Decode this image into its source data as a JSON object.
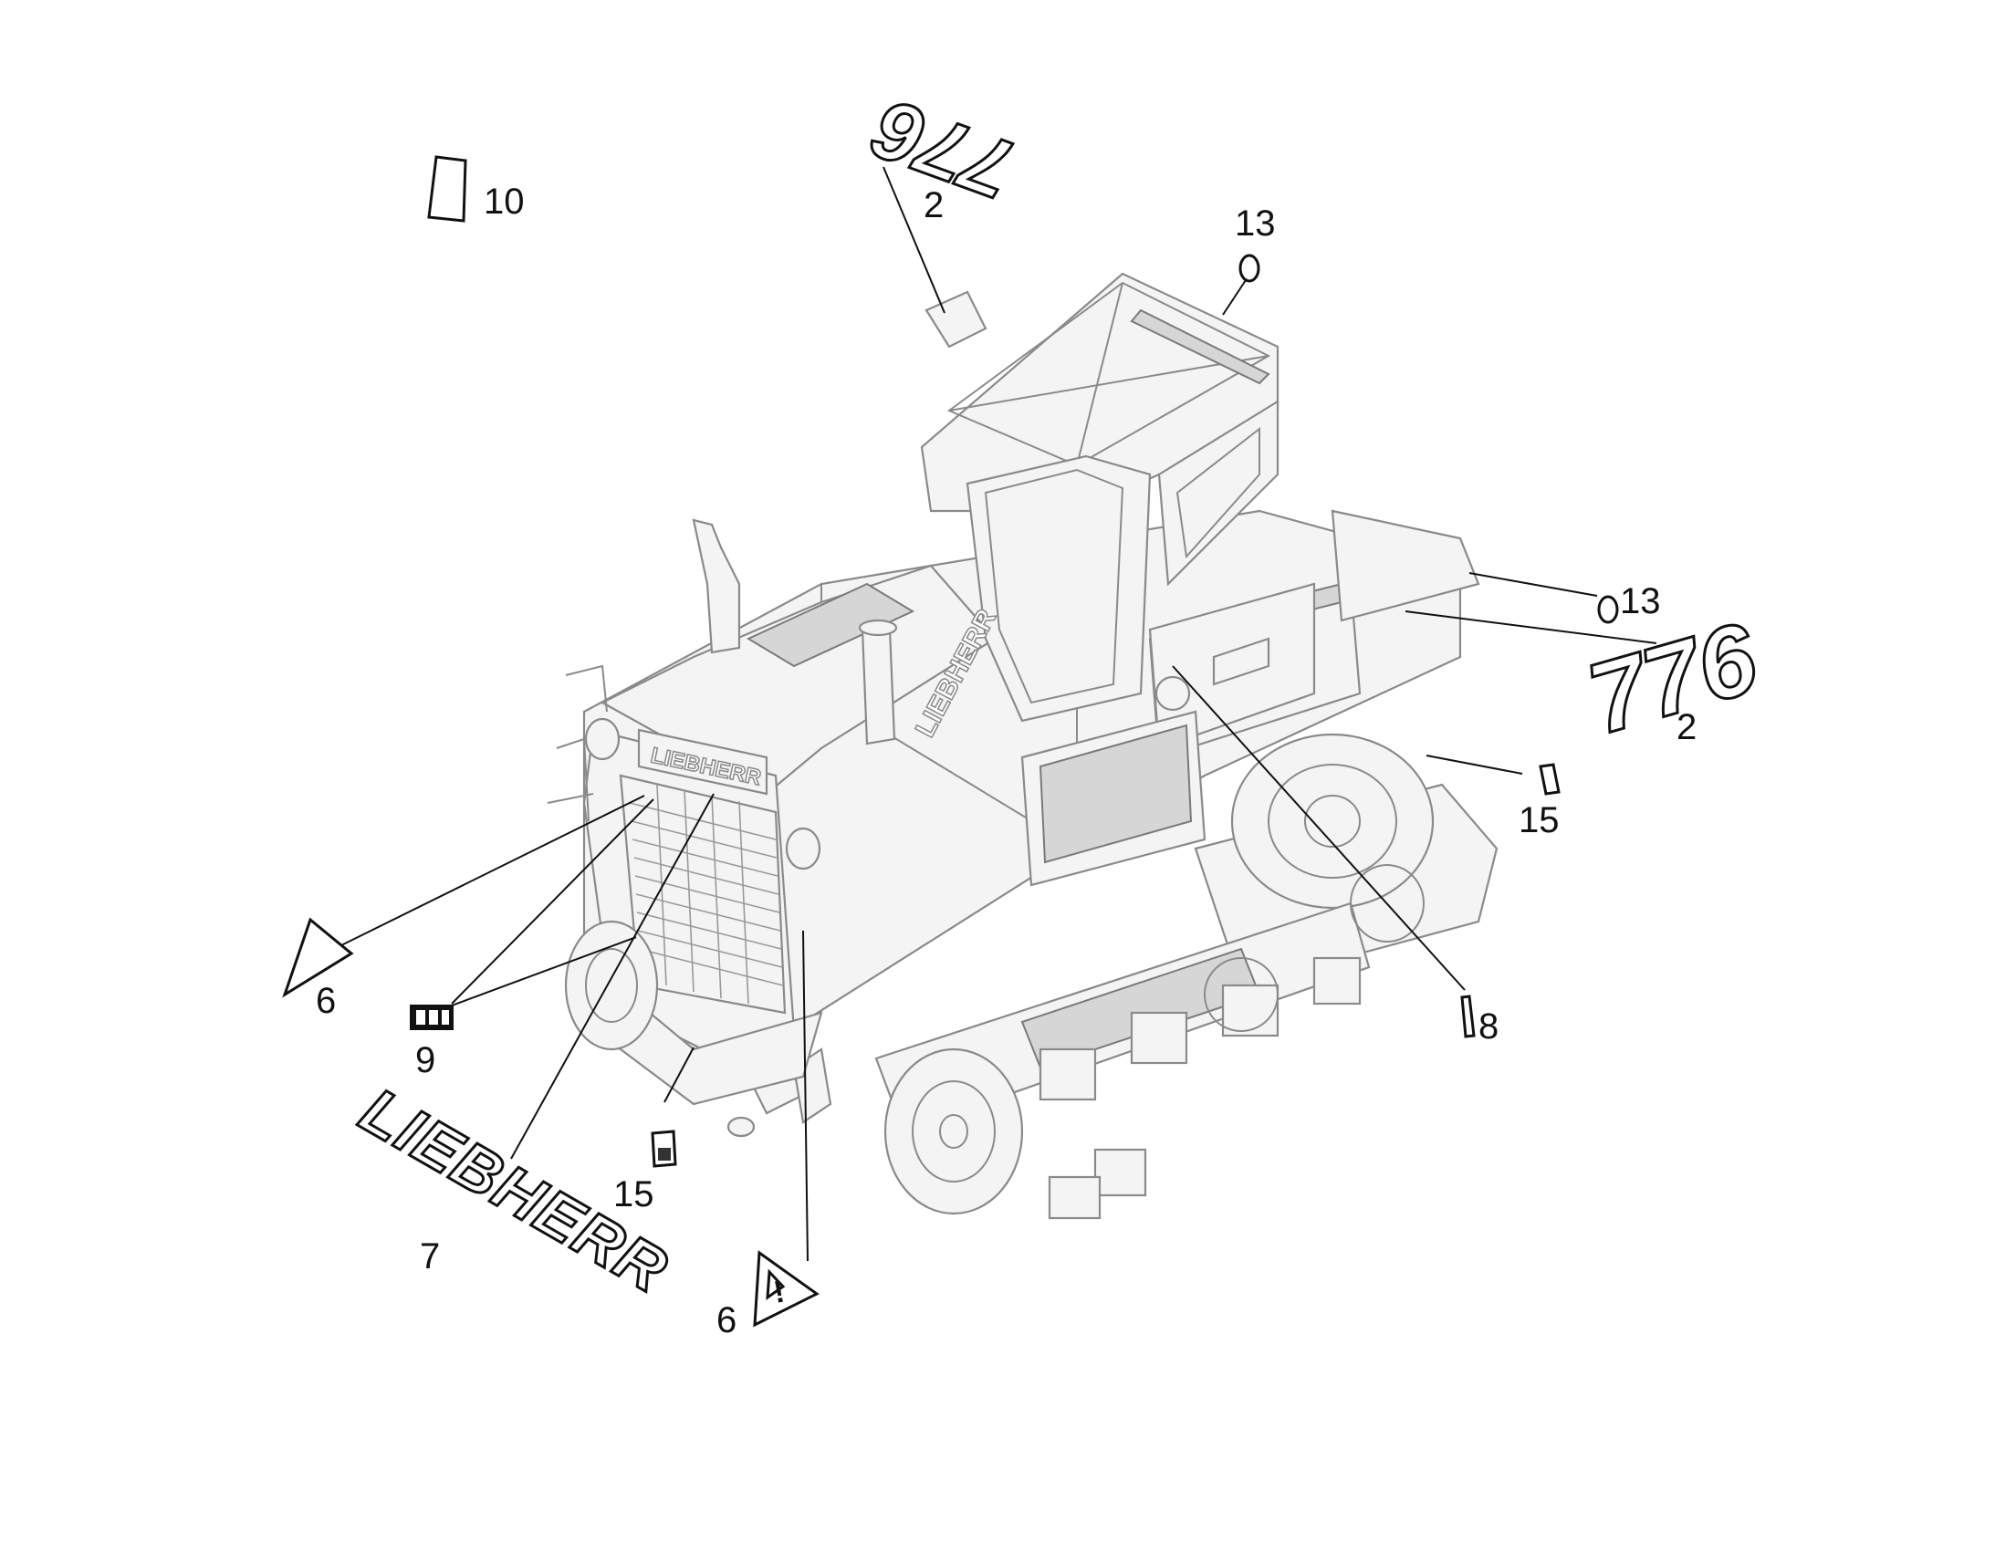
{
  "diagram": {
    "callouts": [
      {
        "id": "c10",
        "label": "10"
      },
      {
        "id": "c2a",
        "label": "2"
      },
      {
        "id": "c13a",
        "label": "13"
      },
      {
        "id": "c13b",
        "label": "13"
      },
      {
        "id": "c2b",
        "label": "2"
      },
      {
        "id": "c15a",
        "label": "15"
      },
      {
        "id": "c8",
        "label": "8"
      },
      {
        "id": "c6a",
        "label": "6"
      },
      {
        "id": "c9",
        "label": "9"
      },
      {
        "id": "c15b",
        "label": "15"
      },
      {
        "id": "c7",
        "label": "7"
      },
      {
        "id": "c6b",
        "label": "6"
      }
    ],
    "decals": {
      "model_number_top": "776",
      "model_number_side": "776",
      "brand_decal": "LIEBHERR",
      "machine_grille_brand": "LIEBHERR",
      "machine_side_brand": "LIEBHERR",
      "warning_symbol": "!"
    }
  }
}
